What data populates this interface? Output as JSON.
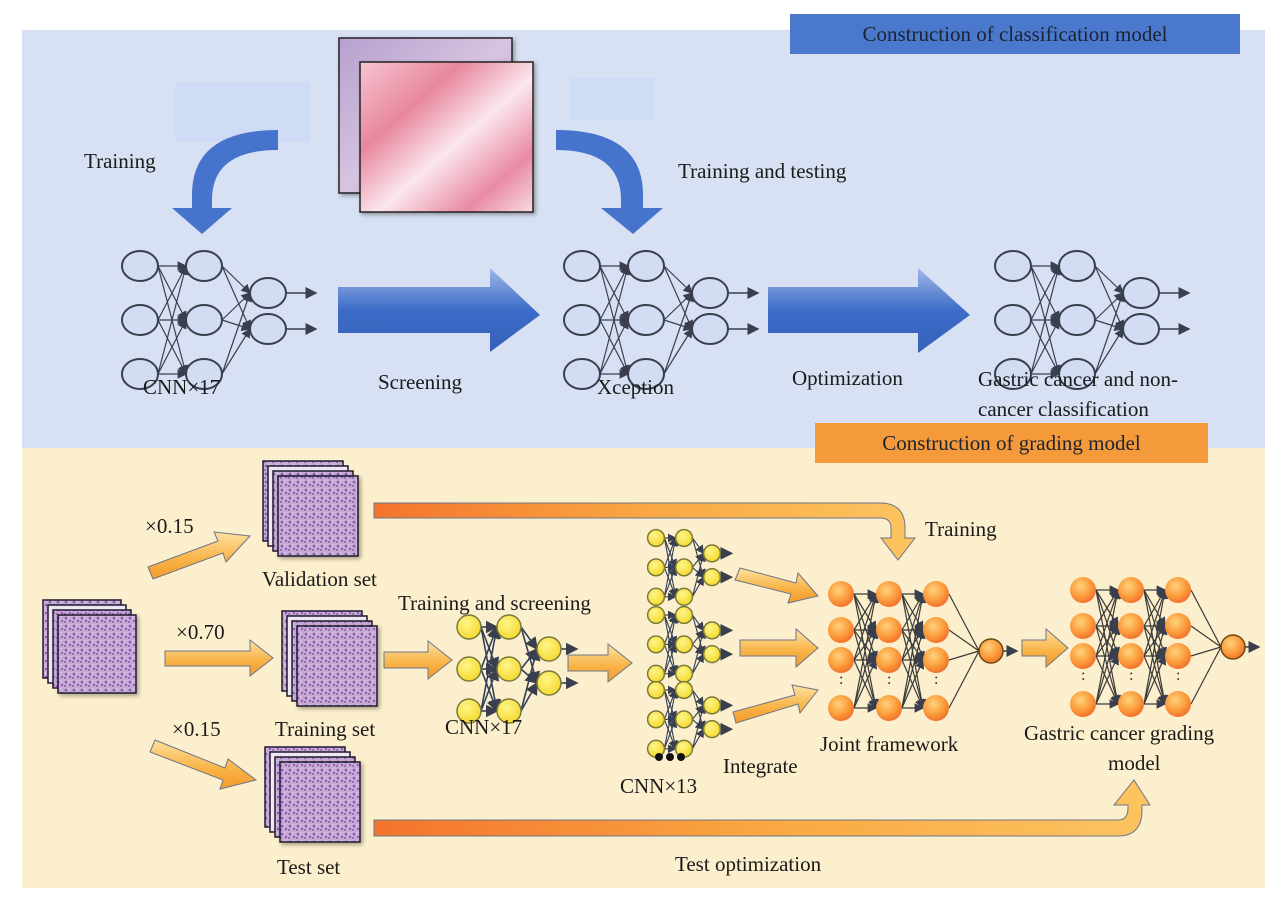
{
  "figure": {
    "classification_section": {
      "header": "Construction of classification model",
      "color": "#4a78cc",
      "background": "#d7e1f3",
      "labels": {
        "training": "Training",
        "training_and_testing": "Training and testing",
        "cnn17": "CNN×17",
        "screening": "Screening",
        "xception": "Xception",
        "optimization": "Optimization",
        "result_line1": "Gastric cancer and non-",
        "result_line2": "cancer classification"
      }
    },
    "grading_section": {
      "header": "Construction of grading model",
      "color": "#f59a3b",
      "background": "#fcefcd",
      "labels": {
        "split_validation": "×0.15",
        "split_training": "×0.70",
        "split_test": "×0.15",
        "validation_set": "Validation set",
        "training_set": "Training set",
        "test_set": "Test set",
        "training_and_screening": "Training and screening",
        "cnn17": "CNN×17",
        "cnn13": "CNN×13",
        "ellipsis": "•••",
        "integrate": "Integrate",
        "training": "Training",
        "joint_framework": "Joint framework",
        "grading_line1": "Gastric cancer grading",
        "grading_line2": "model",
        "test_optimization": "Test optimization"
      }
    }
  }
}
